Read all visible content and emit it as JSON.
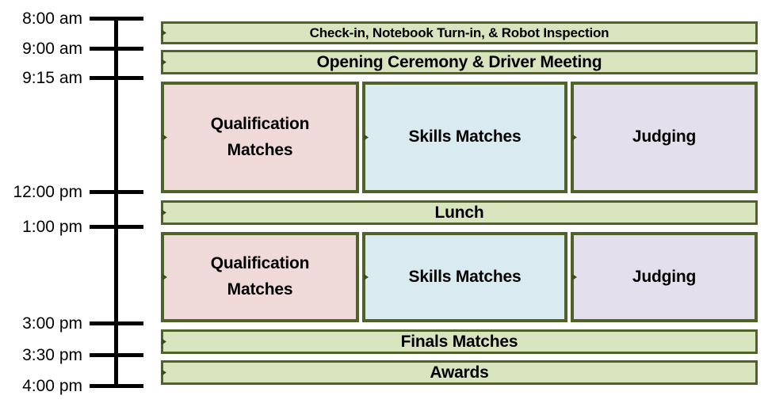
{
  "colors": {
    "band_fill": "#d8e4bd",
    "band_border": "#4f6228",
    "qualification_fill": "#f0d9d9",
    "skills_fill": "#d9eaf1",
    "judging_fill": "#e4dfec",
    "axis": "#000000",
    "text": "#000000"
  },
  "timeline": {
    "times": [
      "8:00 am",
      "9:00 am",
      "9:15 am",
      "12:00 pm",
      "1:00 pm",
      "3:00 pm",
      "3:30 pm",
      "4:00 pm"
    ]
  },
  "schedule": {
    "events": [
      {
        "label": "Check-in, Notebook Turn-in, & Robot Inspection",
        "start": "8:00 am",
        "end": "9:00 am"
      },
      {
        "label": "Opening Ceremony & Driver Meeting",
        "start": "9:00 am",
        "end": "9:15 am"
      },
      {
        "label": "Qualification Matches",
        "start": "9:15 am",
        "end": "12:00 pm"
      },
      {
        "label": "Skills Matches",
        "start": "9:15 am",
        "end": "12:00 pm"
      },
      {
        "label": "Judging",
        "start": "9:15 am",
        "end": "12:00 pm"
      },
      {
        "label": "Lunch",
        "start": "12:00 pm",
        "end": "1:00 pm"
      },
      {
        "label": "Qualification Matches",
        "start": "1:00 pm",
        "end": "3:00 pm"
      },
      {
        "label": "Skills Matches",
        "start": "1:00 pm",
        "end": "3:00 pm"
      },
      {
        "label": "Judging",
        "start": "1:00 pm",
        "end": "3:00 pm"
      },
      {
        "label": "Finals Matches",
        "start": "3:00 pm",
        "end": "3:30 pm"
      },
      {
        "label": "Awards",
        "start": "3:30 pm",
        "end": "4:00 pm"
      }
    ]
  }
}
